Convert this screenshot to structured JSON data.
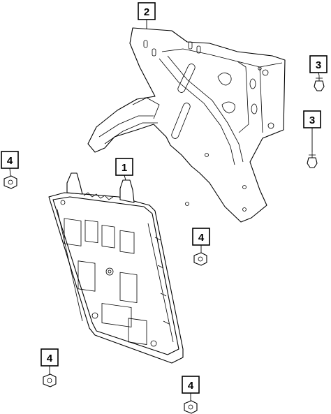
{
  "callouts": [
    {
      "id": "c2",
      "label": "2"
    },
    {
      "id": "c3a",
      "label": "3"
    },
    {
      "id": "c3b",
      "label": "3"
    },
    {
      "id": "c4a",
      "label": "4"
    },
    {
      "id": "c1",
      "label": "1"
    },
    {
      "id": "c4b",
      "label": "4"
    },
    {
      "id": "c4c",
      "label": "4"
    },
    {
      "id": "c4d",
      "label": "4"
    }
  ]
}
